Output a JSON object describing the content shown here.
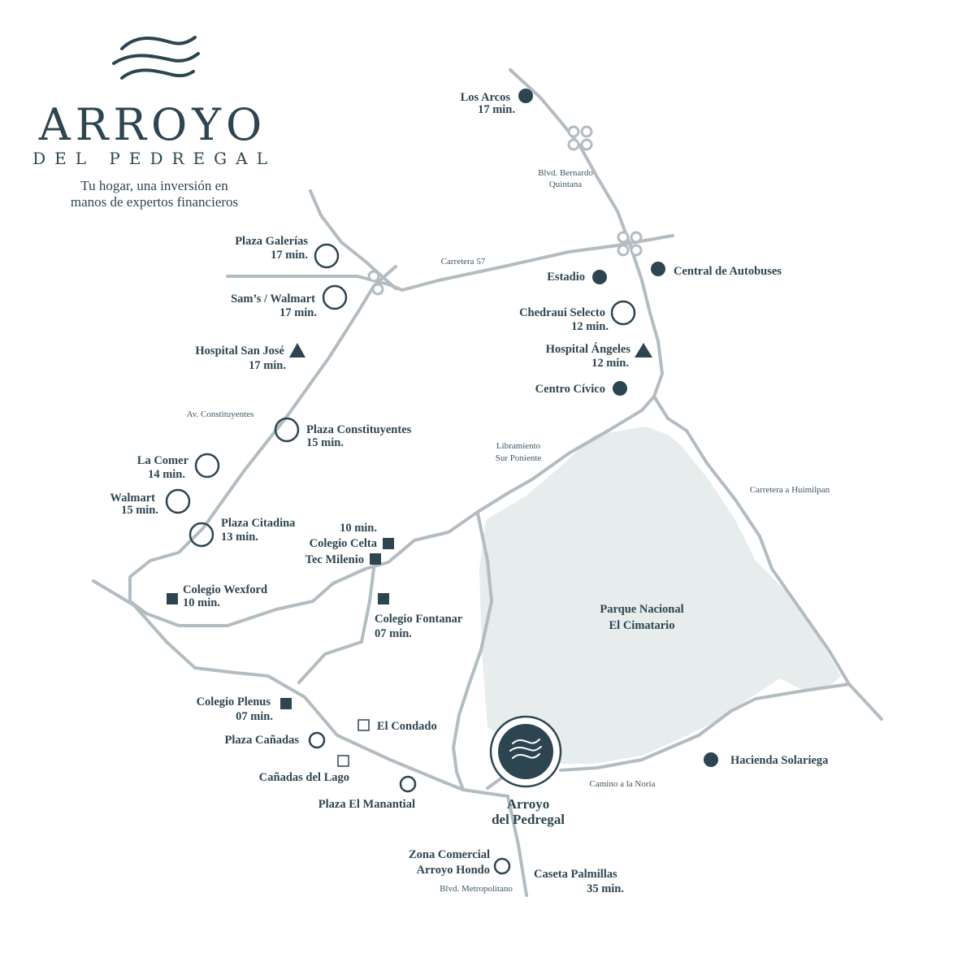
{
  "colors": {
    "navy": "#2d4551",
    "road": "#b3bcc1",
    "park": "#e7ecec",
    "background": "#ffffff"
  },
  "brand": {
    "title": "ARROYO",
    "subtitle": "DEL PEDREGAL",
    "tagline_line1": "Tu hogar, una inversión en",
    "tagline_line2": "manos de expertos financieros",
    "logo_icon": "waves-icon"
  },
  "roads": {
    "carretera57": "Carretera 57",
    "bernardo_line1": "Blvd. Bernardo",
    "bernardo_line2": "Quintana",
    "constituyentes": "Av. Constituyentes",
    "libramiento_line1": "Libramiento",
    "libramiento_line2": "Sur Poniente",
    "huimilpan": "Carretera a Huimilpan",
    "noria": "Camino a la Noria",
    "metropolitano": "Blvd. Metropolitano"
  },
  "park": {
    "line1": "Parque Nacional",
    "line2": "El Cimatario"
  },
  "destination": {
    "line1": "Arroyo",
    "line2": "del Pedregal",
    "icon": "waves-icon"
  },
  "legend_shapes": {
    "circle_filled": "dot-icon",
    "circle_outline": "ring-icon",
    "triangle": "hospital-triangle-icon",
    "square_filled": "school-square-icon",
    "square_outline": "residential-square-icon"
  },
  "pois": {
    "los_arcos": {
      "name": "Los Arcos",
      "time": "17 min."
    },
    "plaza_galerias": {
      "name": "Plaza Galerías",
      "time": "17 min."
    },
    "sams_walmart": {
      "name": "Sam’s / Walmart",
      "time": "17 min."
    },
    "hospital_san_jose": {
      "name": "Hospital San José",
      "time": "17 min."
    },
    "plaza_constituyentes": {
      "name": "Plaza Constituyentes",
      "time": "15 min."
    },
    "la_comer": {
      "name": "La Comer",
      "time": "14 min."
    },
    "walmart": {
      "name": "Walmart",
      "time": "15 min."
    },
    "plaza_citadina": {
      "name": "Plaza Citadina",
      "time": "13 min."
    },
    "colegio_celta": {
      "name": "Colegio Celta",
      "time": "10 min."
    },
    "tec_milenio": {
      "name": "Tec Milenio"
    },
    "colegio_wexford": {
      "name": "Colegio Wexford",
      "time": "10 min."
    },
    "colegio_fontanar": {
      "name": "Colegio Fontanar",
      "time": "07 min."
    },
    "colegio_plenus": {
      "name": "Colegio Plenus",
      "time": "07 min."
    },
    "el_condado": {
      "name": "El Condado"
    },
    "plaza_canadas": {
      "name": "Plaza Cañadas"
    },
    "canadas_del_lago": {
      "name": "Cañadas del Lago"
    },
    "plaza_el_manantial": {
      "name": "Plaza El Manantial"
    },
    "zona_comercial_line1": "Zona Comercial",
    "zona_comercial_line2": "Arroyo Hondo",
    "caseta_palmillas": {
      "name": "Caseta Palmillas",
      "time": "35 min."
    },
    "hacienda_solariega": {
      "name": "Hacienda Solariega"
    },
    "estadio": {
      "name": "Estadio"
    },
    "central_autobuses": {
      "name": "Central de Autobuses"
    },
    "chedraui_selecto": {
      "name": "Chedraui Selecto",
      "time": "12 min."
    },
    "hospital_angeles": {
      "name": "Hospital Ángeles",
      "time": "12 min."
    },
    "centro_civico": {
      "name": "Centro Cívico"
    }
  }
}
